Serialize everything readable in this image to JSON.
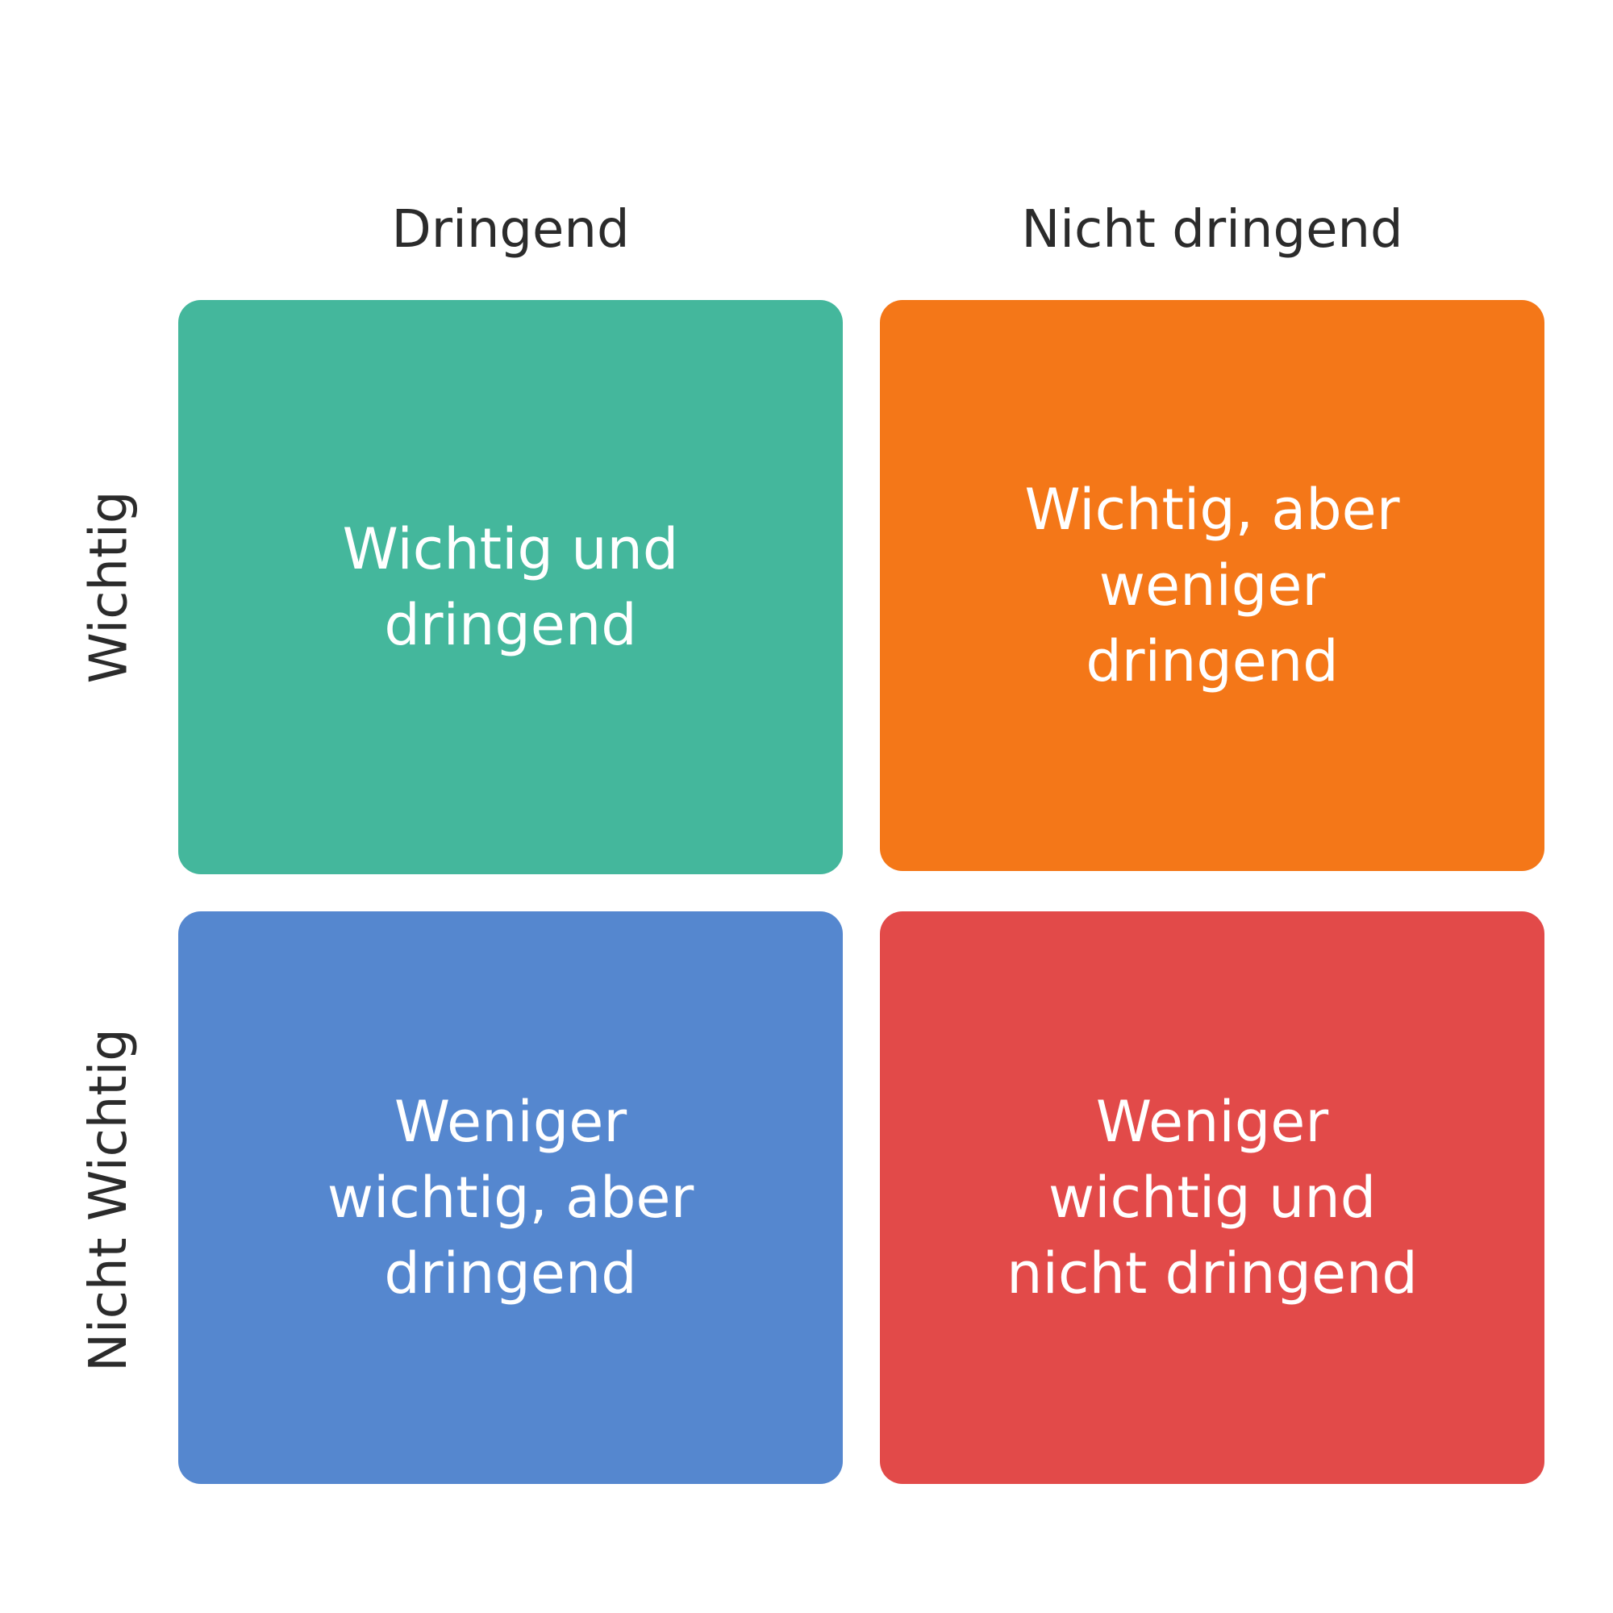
{
  "columns": {
    "left": "Dringend",
    "right": "Nicht dringend"
  },
  "rows": {
    "top": "Wichtig",
    "bottom": "Nicht Wichtig"
  },
  "quadrants": {
    "top_left": {
      "text": "Wichtig und\ndringend",
      "color": "#44b79c"
    },
    "top_right": {
      "text": "Wichtig, aber\nweniger\ndringend",
      "color": "#f47718"
    },
    "bottom_left": {
      "text": "Weniger\nwichtig, aber\ndringend",
      "color": "#5587cf"
    },
    "bottom_right": {
      "text": "Weniger\nwichtig und\nnicht dringend",
      "color": "#e24a49"
    }
  }
}
